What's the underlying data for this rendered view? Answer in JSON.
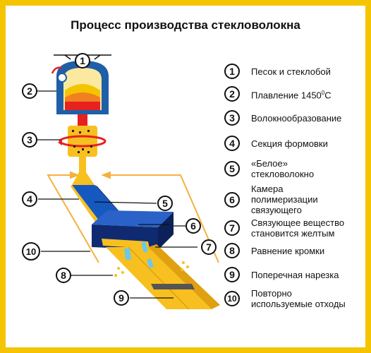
{
  "title": "Процесс производства стекловолокна",
  "legend": [
    {
      "num": "1",
      "label": "Песок и стеклобой"
    },
    {
      "num": "2",
      "label_main": "Плавление 1450",
      "label_sup": "0",
      "label_unit": "C"
    },
    {
      "num": "3",
      "label": "Волокнообразование"
    },
    {
      "num": "4",
      "label": "Секция формовки"
    },
    {
      "num": "5",
      "label_line1": "«Белое»",
      "label_line2": "стекловолокно"
    },
    {
      "num": "6",
      "label_line1": "Камера",
      "label_line2": "полимеризации",
      "label_line3": "связующего"
    },
    {
      "num": "7",
      "label_line1": "Связующее вещество",
      "label_line2": "становится желтым"
    },
    {
      "num": "8",
      "label": "Равнение кромки"
    },
    {
      "num": "9",
      "label": "Поперечная нарезка"
    },
    {
      "num": "10",
      "label_line1": "Повторно",
      "label_line2": "используемые отходы"
    }
  ],
  "diagram_markers": [
    "1",
    "2",
    "3",
    "4",
    "5",
    "6",
    "7",
    "8",
    "9",
    "10"
  ],
  "colors": {
    "frame": "#f5c400",
    "furnace": "#1f5fa8",
    "melt": "#e82020",
    "fiber": "#f7c020",
    "fiber_light": "#ffe070",
    "belt_blue": "#1558c0",
    "chamber": "#123a8a",
    "accent": "#f08020"
  }
}
